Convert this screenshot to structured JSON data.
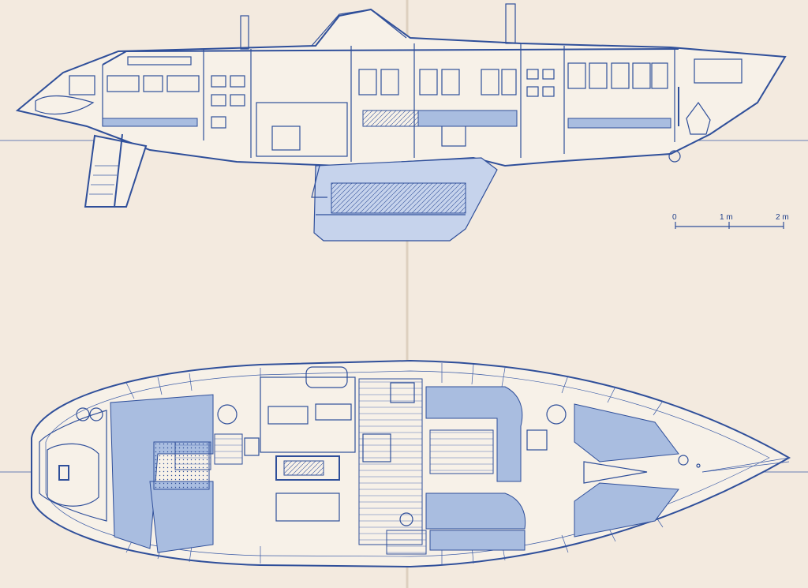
{
  "scale_bar": {
    "labels": [
      "0",
      "1 m",
      "2 m"
    ]
  },
  "colors": {
    "paper": "#f3eadf",
    "ink": "#2f4f9a",
    "cushion": "#a9bde0"
  }
}
